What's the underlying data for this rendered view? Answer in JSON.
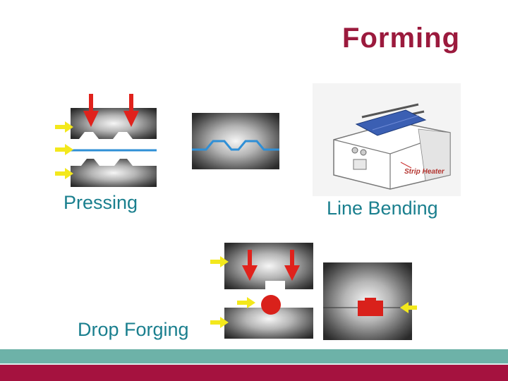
{
  "slide": {
    "title": "Forming",
    "labels": {
      "pressing": "Pressing",
      "line_bending": "Line Bending",
      "drop_forging": "Drop Forging"
    },
    "illustration": {
      "caption": "Strip Heater"
    }
  },
  "colors": {
    "title": "#9b1a3d",
    "label": "#1a7f8e",
    "arrow_red": "#e0221c",
    "arrow_yellow": "#f3e81c",
    "sheet_blue": "#2f8fd6",
    "workpiece_red": "#d9211b",
    "bar_teal": "#6db2a8",
    "bar_red": "#a5123f"
  }
}
